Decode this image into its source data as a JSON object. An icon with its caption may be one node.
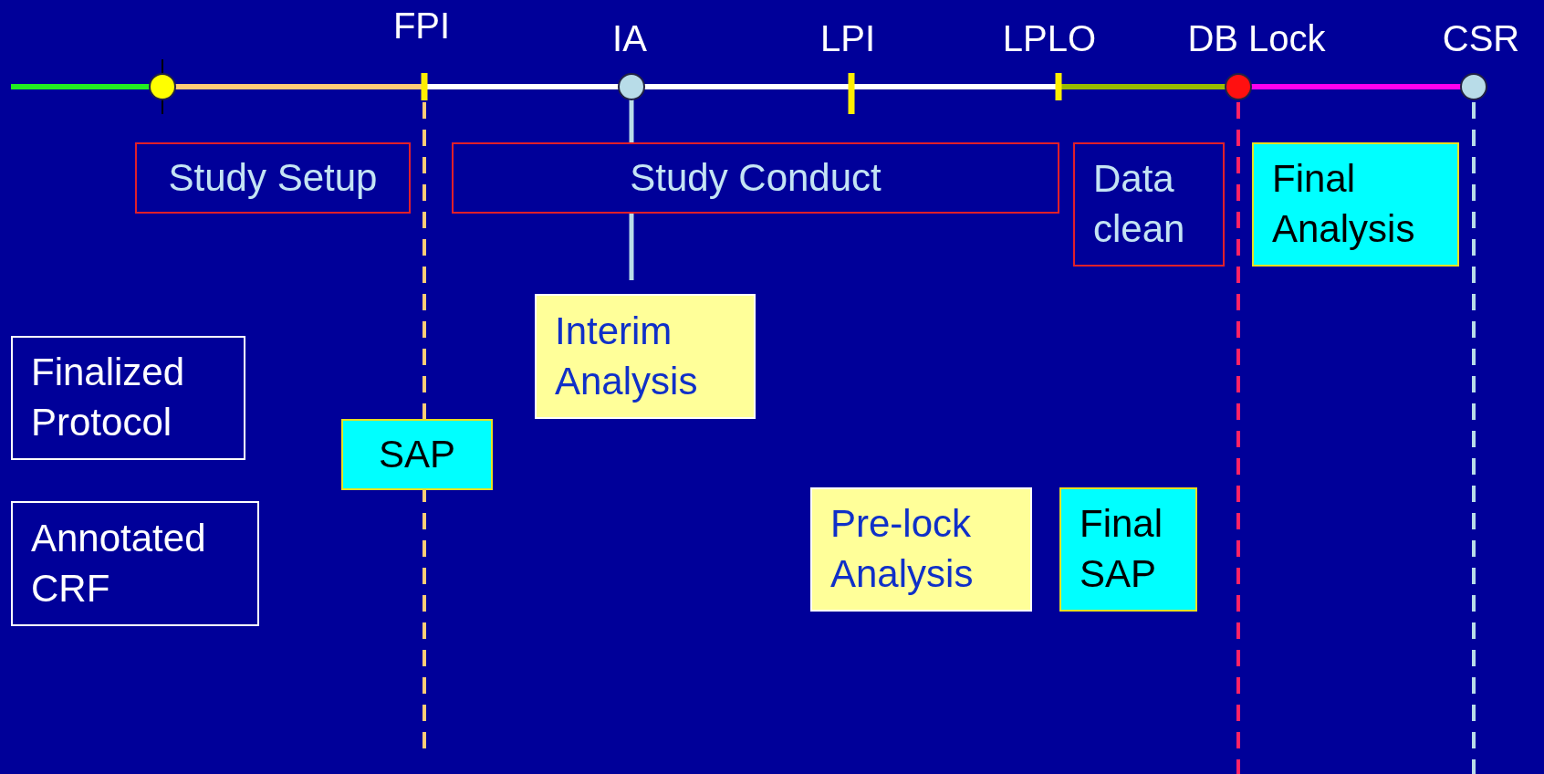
{
  "diagram": {
    "nodes": [
      {
        "text": [
          "Study Setup"
        ]
      },
      {
        "text": [
          "Study Conduct"
        ]
      },
      {
        "text": [
          "Data clean"
        ]
      },
      {
        "text": [
          "Final Analysis"
        ]
      },
      {
        "text": [
          "Interim Analysis"
        ]
      },
      {
        "text": [
          "Finalized Protocol"
        ]
      },
      {
        "text": [
          "SAP"
        ]
      },
      {
        "text": [
          "Annotated CRF"
        ]
      },
      {
        "text": [
          "Pre-lock Analysis"
        ]
      },
      {
        "text": [
          "Final SAP"
        ]
      }
    ],
    "labels": [
      "FPI",
      "IA",
      "LPI",
      "LPLO",
      "DB Lock",
      "CSR"
    ]
  }
}
